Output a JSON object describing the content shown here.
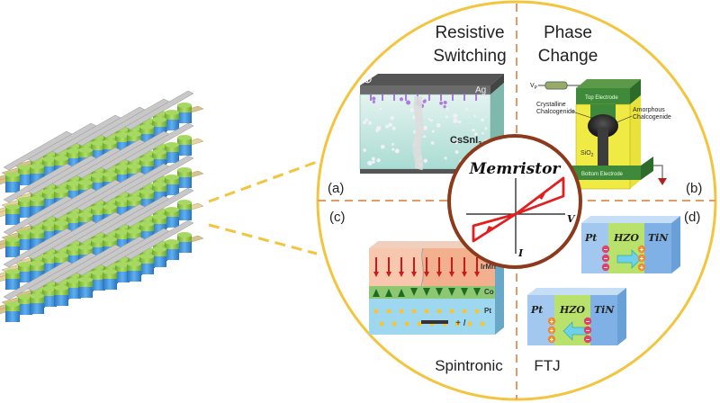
{
  "quadrants": {
    "top_left": {
      "title_line1": "Resistive",
      "title_line2": "Switching",
      "tag": "(a)",
      "material_label": "CsSnI",
      "material_sub": "3",
      "electrode_label": "Ag",
      "plus_symbol": "⊕"
    },
    "top_right": {
      "title_line1": "Phase",
      "title_line2": "Change",
      "tag": "(b)",
      "vp_label": "V",
      "vp_sub": "P",
      "top_electrode": "Top Electrode",
      "crystalline_1": "Crystalline",
      "crystalline_2": "Chalcogenide",
      "amorphous_1": "Amorphous",
      "amorphous_2": "Chalcogenide",
      "sio2": "SiO",
      "sio2_sub": "2",
      "bottom_electrode": "Bottom Electrode"
    },
    "bottom_left": {
      "title": "Spintronic",
      "tag": "(c)",
      "layer_irmn": "IrMn",
      "layer_co": "Co",
      "layer_pt": "Pt",
      "current_label": "+ I"
    },
    "bottom_right": {
      "title": "FTJ",
      "tag": "(d)",
      "pt": "Pt",
      "hzo": "HZO",
      "tin": "TiN"
    }
  },
  "center": {
    "title": "Memristor",
    "v_axis": "V",
    "i_axis": "I"
  },
  "colors": {
    "circle_border": "#f3c53e",
    "dashed_divider": "#e59a63",
    "center_ring": "#8b3a1c",
    "hysteresis": "#e02020",
    "pillar_green": "#8cc63f",
    "pillar_blue": "#3b8fd9",
    "electrode_tan": "#e8d3a3",
    "electrode_grey": "#c8c8c8"
  }
}
